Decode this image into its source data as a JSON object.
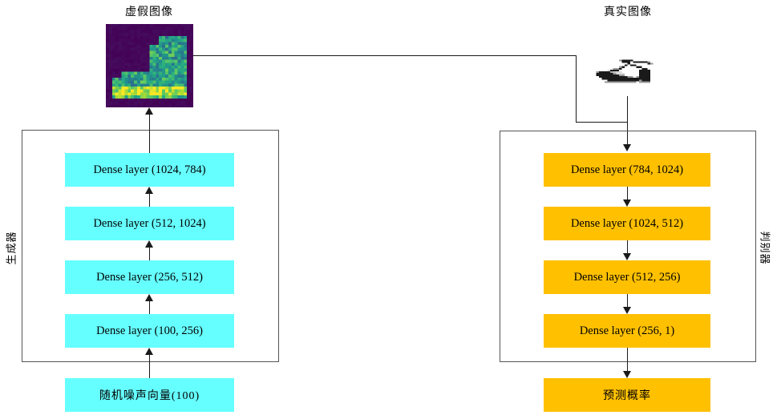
{
  "diagram": {
    "title_fake_image": "虚假图像",
    "title_real_image": "真实图像",
    "generator_label": "生成器",
    "discriminator_label": "判别器",
    "colors": {
      "generator_layer": "#66FFFF",
      "discriminator_layer": "#FFC000",
      "group_border": "#555555",
      "connector": "#1a1a1a",
      "background": "#FFFFFF"
    },
    "generator": {
      "layers": [
        {
          "label": "Dense layer (1024, 784)"
        },
        {
          "label": "Dense layer (512, 1024)"
        },
        {
          "label": "Dense layer (256, 512)"
        },
        {
          "label": "Dense layer (100, 256)"
        }
      ],
      "input_label": "随机噪声向量(100)"
    },
    "discriminator": {
      "layers": [
        {
          "label": "Dense layer (784, 1024)"
        },
        {
          "label": "Dense layer (1024, 512)"
        },
        {
          "label": "Dense layer (512, 256)"
        },
        {
          "label": "Dense layer (256, 1)"
        }
      ],
      "output_label": "预测概率"
    },
    "fake_image_alt": "viridis-colormap generated ankle boot sample",
    "real_image_alt": "grayscale fashion-mnist sandal sample"
  }
}
